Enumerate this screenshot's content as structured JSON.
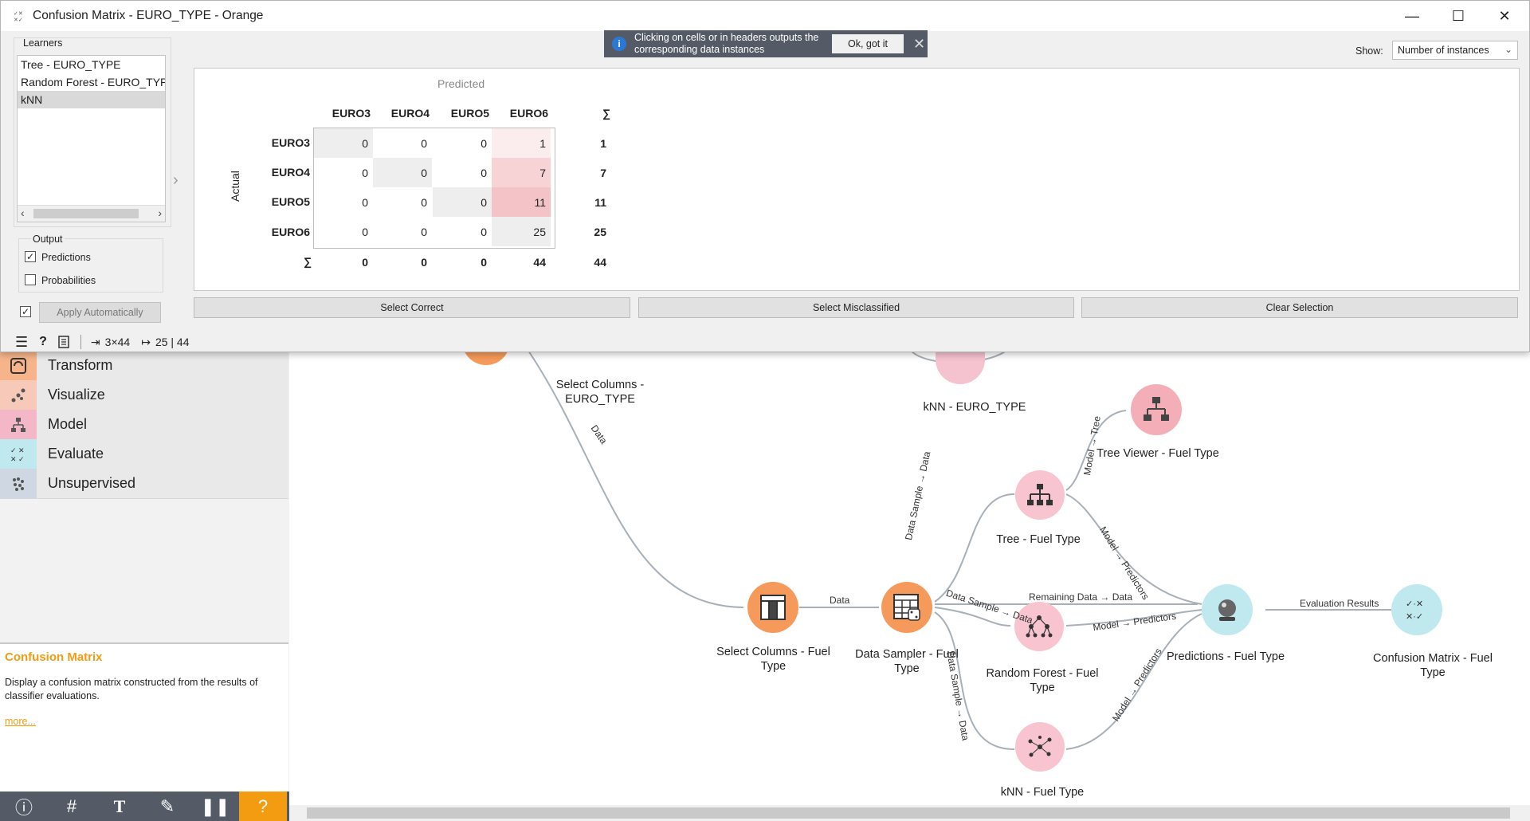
{
  "window": {
    "title": "Confusion Matrix  - EURO_TYPE - Orange",
    "minimize": "—",
    "maximize": "☐",
    "close": "✕"
  },
  "learners": {
    "title": "Learners",
    "items": [
      "Tree - EURO_TYPE",
      "Random Forest - EURO_TYPE",
      "kNN"
    ],
    "selected_index": 2
  },
  "output": {
    "title": "Output",
    "predictions_label": "Predictions",
    "predictions_checked": true,
    "probabilities_label": "Probabilities",
    "probabilities_checked": false,
    "apply_label": "Apply Automatically",
    "apply_checked": true
  },
  "show": {
    "label": "Show:",
    "value": "Number of instances"
  },
  "tooltip": {
    "message": "Clicking on cells or in headers outputs the corresponding data instances",
    "ok_label": "Ok, got it",
    "close": "✕"
  },
  "matrix": {
    "predicted_label": "Predicted",
    "actual_label": "Actual",
    "sum_symbol": "∑",
    "classes": [
      "EURO3",
      "EURO4",
      "EURO5",
      "EURO6"
    ],
    "rows": [
      {
        "label": "EURO3",
        "values": [
          "0",
          "0",
          "0",
          "1"
        ],
        "sum": "1"
      },
      {
        "label": "EURO4",
        "values": [
          "0",
          "0",
          "0",
          "7"
        ],
        "sum": "7"
      },
      {
        "label": "EURO5",
        "values": [
          "0",
          "0",
          "0",
          "11"
        ],
        "sum": "11"
      },
      {
        "label": "EURO6",
        "values": [
          "0",
          "0",
          "0",
          "25"
        ],
        "sum": "25"
      }
    ],
    "col_sums": [
      "0",
      "0",
      "0",
      "44"
    ],
    "total": "44"
  },
  "buttons": {
    "select_correct": "Select Correct",
    "select_misclassified": "Select Misclassified",
    "clear_selection": "Clear Selection"
  },
  "status": {
    "input_summary": "3×44",
    "output_summary": "25 | 44"
  },
  "categories": [
    "Transform",
    "Visualize",
    "Model",
    "Evaluate",
    "Unsupervised"
  ],
  "help": {
    "title": "Confusion Matrix",
    "description": "Display a confusion matrix constructed from the results of classifier evaluations.",
    "more": "more..."
  },
  "canvas": {
    "nodes": {
      "select_columns_euro": "Select Columns - EURO_TYPE",
      "knn_euro": "kNN - EURO_TYPE",
      "tree_viewer": "Tree Viewer - Fuel Type",
      "tree": "Tree - Fuel Type",
      "select_columns_fuel": "Select Columns - Fuel Type",
      "data_sampler": "Data Sampler - Fuel Type",
      "random_forest": "Random Forest - Fuel Type",
      "predictions": "Predictions - Fuel Type",
      "confusion_matrix": "Confusion Matrix - Fuel Type",
      "knn_fuel": "kNN - Fuel Type"
    },
    "edges": {
      "data": "Data",
      "data_sample_data": "Data Sample → Data",
      "remaining_data": "Remaining Data → Data",
      "model_tree": "Model → Tree",
      "model_predictors": "Model → Predictors",
      "evaluation_results": "Evaluation Results"
    }
  },
  "colors": {
    "accent_orange": "#f39c12",
    "model_pink": "#f5b8c6",
    "evaluate_cyan": "#bfe9ee",
    "transform_orange": "#f8b37a"
  }
}
